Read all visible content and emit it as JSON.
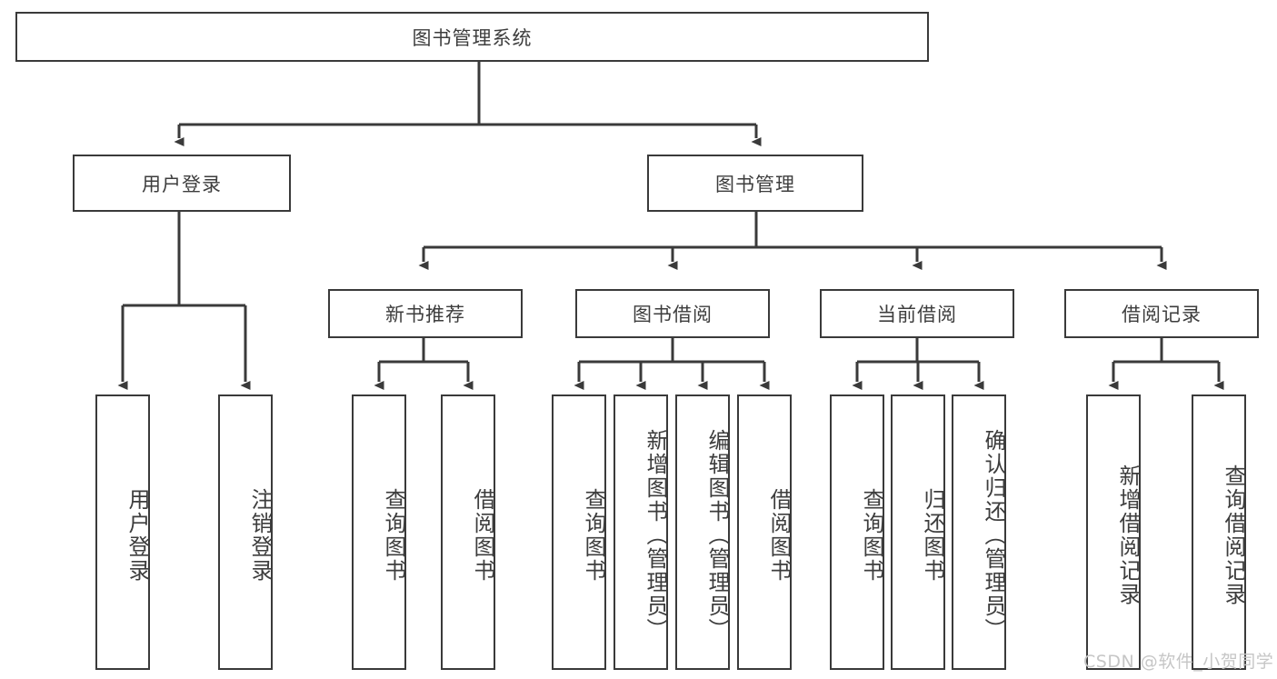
{
  "diagram": {
    "type": "tree-hierarchy-chart",
    "title": "图书管理系统",
    "colors": {
      "background": "#ffffff",
      "box_border": "#3a3a3a",
      "box_fill": "#ffffff",
      "text": "#3d3d3d",
      "connector": "#3a3a3a",
      "watermark": "#c6c6c6"
    },
    "root": {
      "label": "图书管理系统"
    },
    "level2": [
      {
        "label": "用户登录"
      },
      {
        "label": "图书管理"
      }
    ],
    "level3": [
      {
        "label": "新书推荐"
      },
      {
        "label": "图书借阅"
      },
      {
        "label": "当前借阅"
      },
      {
        "label": "借阅记录"
      }
    ],
    "leaves": {
      "user_login": [
        {
          "label": "用户登录"
        },
        {
          "label": "注销登录"
        }
      ],
      "new_book_recommend": [
        {
          "label": "查询图书"
        },
        {
          "label": "借阅图书"
        }
      ],
      "book_borrow": [
        {
          "label": "查询图书"
        },
        {
          "label": "新增图书（管理员）"
        },
        {
          "label": "编辑图书（管理员）"
        },
        {
          "label": "借阅图书"
        }
      ],
      "current_borrow": [
        {
          "label": "查询图书"
        },
        {
          "label": "归还图书"
        },
        {
          "label": "确认归还（管理员）"
        }
      ],
      "borrow_record": [
        {
          "label": "新增借阅记录"
        },
        {
          "label": "查询借阅记录"
        }
      ]
    }
  },
  "watermark": {
    "text": "CSDN @软件_小贺同学"
  }
}
